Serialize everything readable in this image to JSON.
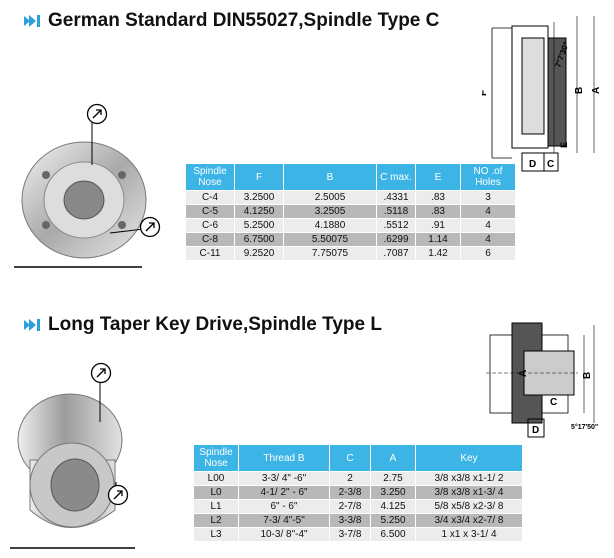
{
  "section_c": {
    "title": "German Standard DIN55027,Spindle Type C",
    "columns": [
      "Spindle Nose",
      "F",
      "B",
      "C max.",
      "E",
      "NO .of Holes"
    ],
    "rows": [
      [
        "C-4",
        "3.2500",
        "2.5005",
        ".4331",
        ".83",
        "3"
      ],
      [
        "C-5",
        "4.1250",
        "3.2505",
        ".5118",
        ".83",
        "4"
      ],
      [
        "C-6",
        "5.2500",
        "4.1880",
        ".5512",
        ".91",
        "4"
      ],
      [
        "C-8",
        "6.7500",
        "5.50075",
        ".6299",
        "1.14",
        "4"
      ],
      [
        "C-11",
        "9.2520",
        "7.75075",
        ".7087",
        "1.42",
        "6"
      ]
    ],
    "diagram_labels": {
      "F": "F",
      "B": "B",
      "A": "A",
      "D": "D",
      "C": "C",
      "E": "E",
      "angle": "7°7'30\""
    }
  },
  "section_l": {
    "title": "Long Taper Key Drive,Spindle Type L",
    "columns": [
      "Spindle Nose",
      "Thread B",
      "C",
      "A",
      "Key"
    ],
    "rows": [
      [
        "L00",
        "3-3/ 4\" -6\"",
        "2",
        "2.75",
        "3/8 x3/8 x1-1/ 2"
      ],
      [
        "L0",
        "4-1/ 2\" - 6\"",
        "2-3/8",
        "3.250",
        "3/8 x3/8 x1-3/ 4"
      ],
      [
        "L1",
        "6\" - 6\"",
        "2-7/8",
        "4.125",
        "5/8 x5/8 x2-3/ 8"
      ],
      [
        "L2",
        "7-3/ 4\"-5\"",
        "3-3/8",
        "5.250",
        "3/4 x3/4 x2-7/ 8"
      ],
      [
        "L3",
        "10-3/ 8\"-4\"",
        "3-7/8",
        "6.500",
        "1 x1 x 3-1/ 4"
      ]
    ],
    "diagram_labels": {
      "A": "A",
      "B": "B",
      "C": "C",
      "D": "D",
      "angle": "5°17'50\""
    }
  },
  "colors": {
    "accent": "#2aa0dc",
    "header_bg": "#3db4e6",
    "row_light": "#ececec",
    "row_dark": "#b8b8b8"
  },
  "icons": [
    "arrow-bullet-icon",
    "circle-arrow-icon"
  ]
}
